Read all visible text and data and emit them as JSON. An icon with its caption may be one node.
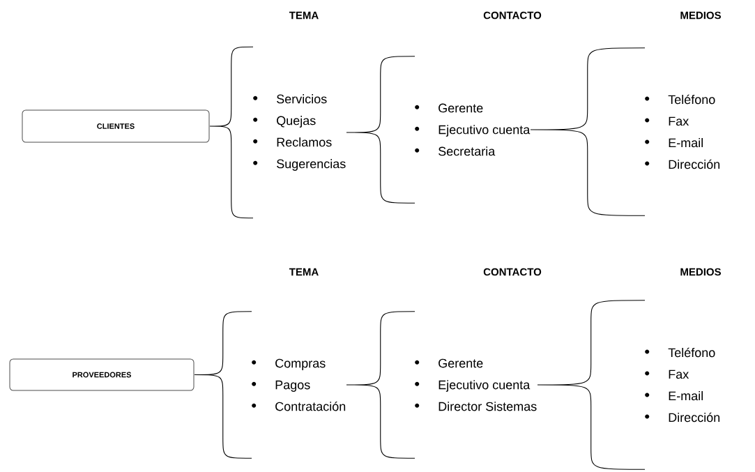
{
  "diagram": {
    "nodes": [
      {
        "text": [
          "CLIENTES"
        ]
      },
      {
        "text": [
          "Servicios",
          "Quejas",
          "Reclamos",
          "Sugerencias"
        ]
      },
      {
        "text": [
          "Gerente",
          "Ejecutivo cuenta",
          "Secretaria"
        ]
      },
      {
        "text": [
          "Teléfono",
          "Fax",
          "E-mail",
          "Dirección"
        ]
      },
      {
        "text": [
          "PROVEEDORES"
        ]
      },
      {
        "text": [
          "Compras",
          "Pagos",
          "Contratación"
        ]
      },
      {
        "text": [
          "Gerente",
          "Ejecutivo cuenta",
          "Director Sistemas"
        ]
      },
      {
        "text": [
          "Teléfono",
          "Fax",
          "E-mail",
          "Dirección"
        ]
      }
    ],
    "edges": [
      {
        "from": 0,
        "to": 1,
        "arrow": "none"
      },
      {
        "from": 1,
        "to": 2,
        "arrow": "none"
      },
      {
        "from": 2,
        "to": 3,
        "arrow": "none"
      },
      {
        "from": 4,
        "to": 5,
        "arrow": "none"
      },
      {
        "from": 5,
        "to": 6,
        "arrow": "none"
      },
      {
        "from": 6,
        "to": 7,
        "arrow": "none"
      }
    ],
    "labels": [
      "TEMA",
      "CONTACTO",
      "MEDIOS",
      "TEMA",
      "CONTACTO",
      "MEDIOS"
    ]
  }
}
